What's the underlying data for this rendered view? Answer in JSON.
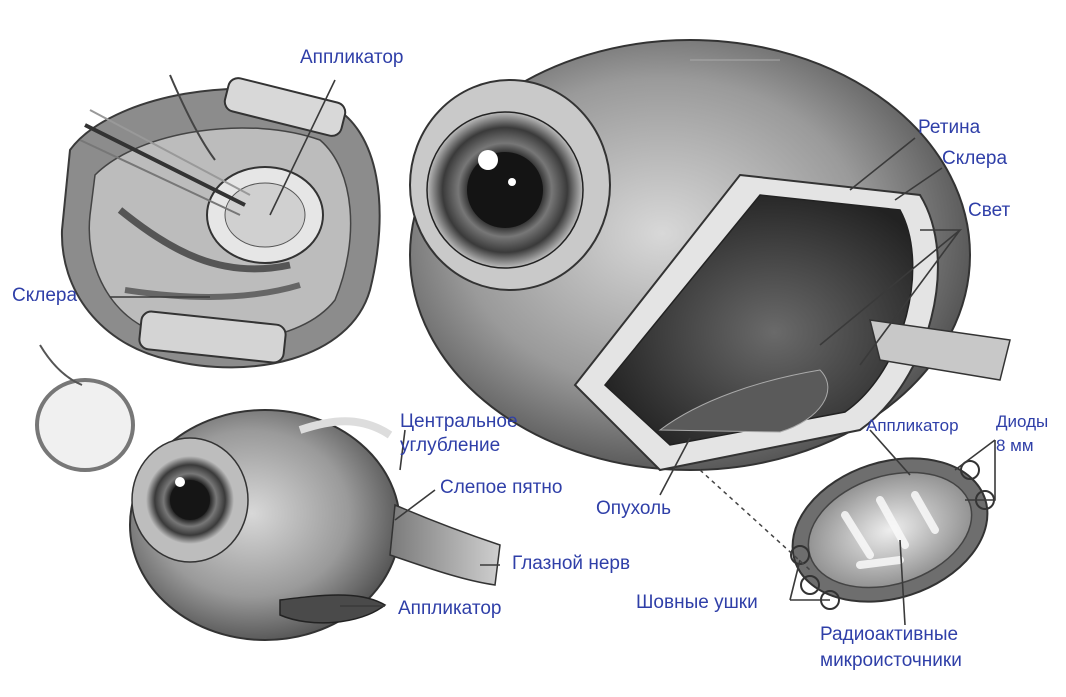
{
  "labels": {
    "applicator_top": "Аппликатор",
    "sclera_left": "Склера",
    "retina": "Ретина",
    "sclera_right": "Склера",
    "light": "Свет",
    "fovea_line1": "Центральное",
    "fovea_line2": "углубление",
    "blind_spot": "Слепое пятно",
    "tumor": "Опухоль",
    "optic_nerve": "Глазной нерв",
    "applicator_bottom": "Аппликатор",
    "applicator_right": "Аппликатор",
    "diodes_line1": "Диоды",
    "diodes_line2": "8 мм",
    "suture_eyelets": "Шовные ушки",
    "radioactive_line1": "Радиоактивные",
    "radioactive_line2": "микроисточники"
  },
  "colors": {
    "label_text": "#2f3fa8",
    "leader_line": "#3a3a3a",
    "background": "#ffffff"
  },
  "figures": [
    "surgical-view-illustration",
    "large-eye-cutaway-illustration",
    "small-eye-illustration",
    "applicator-plaque-illustration"
  ]
}
